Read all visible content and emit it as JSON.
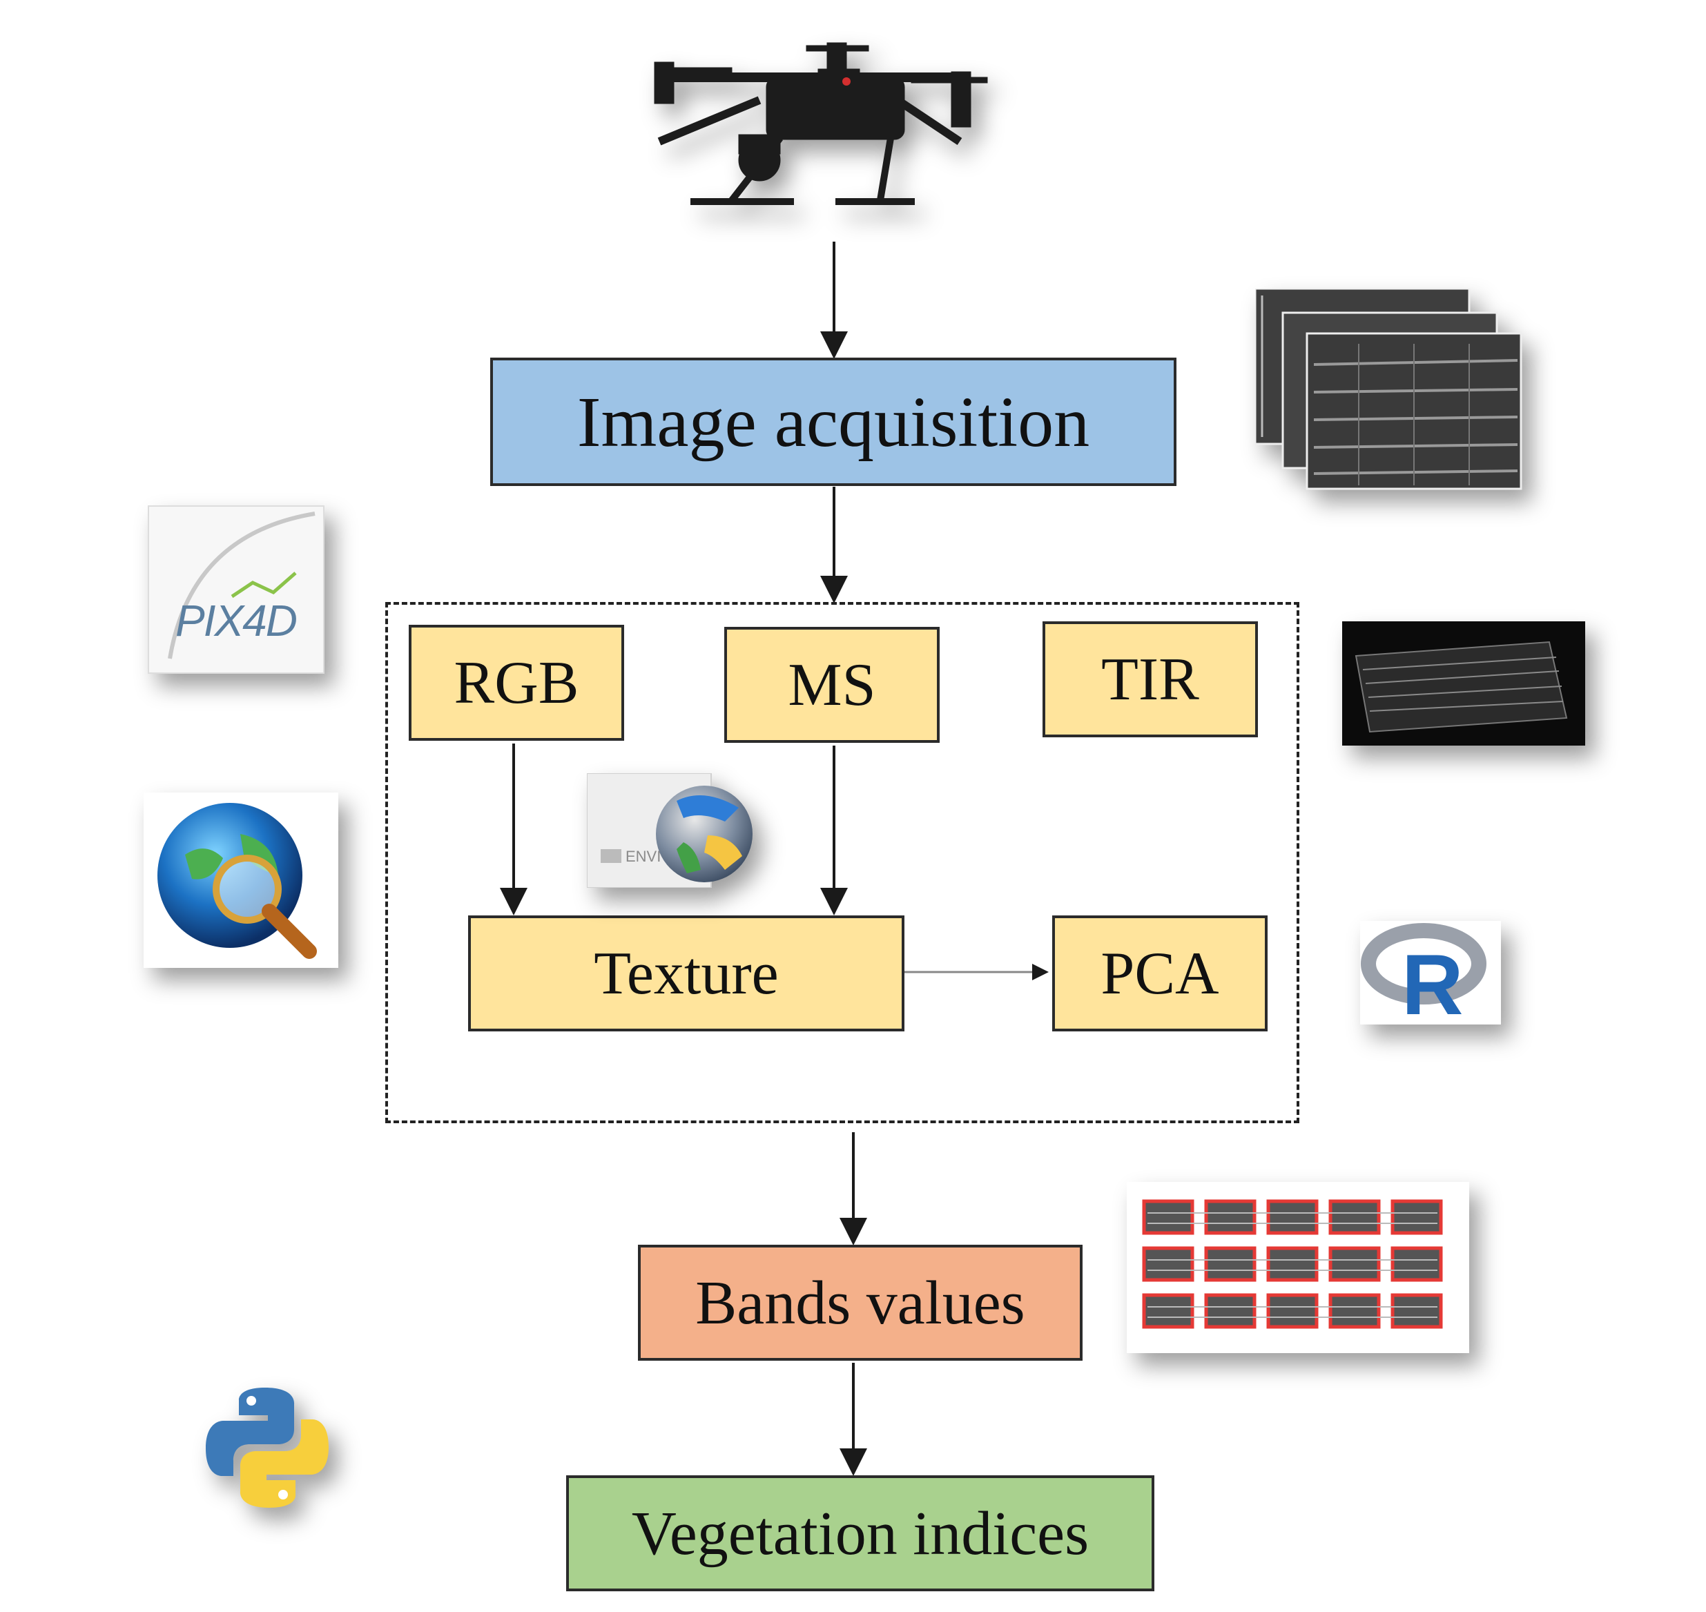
{
  "nodes": {
    "image_acquisition": "Image acquisition",
    "rgb": "RGB",
    "ms": "MS",
    "tir": "TIR",
    "texture": "Texture",
    "pca": "PCA",
    "bands_values": "Bands values",
    "vegetation_indices": "Vegetation indices"
  },
  "logos": {
    "pix4d": "PIX4D",
    "envi": "ENVI",
    "r": "R"
  },
  "icons": [
    "drone-icon",
    "satellite-images-icon",
    "thermal-image-icon",
    "pix4d-logo-icon",
    "globe-search-icon",
    "envi-logo-icon",
    "r-logo-icon",
    "plot-grid-icon",
    "python-logo-icon"
  ],
  "colors": {
    "acquisition": "#9dc3e6",
    "processing": "#ffe49c",
    "bands": "#f4b08a",
    "indices": "#a9d18e"
  }
}
